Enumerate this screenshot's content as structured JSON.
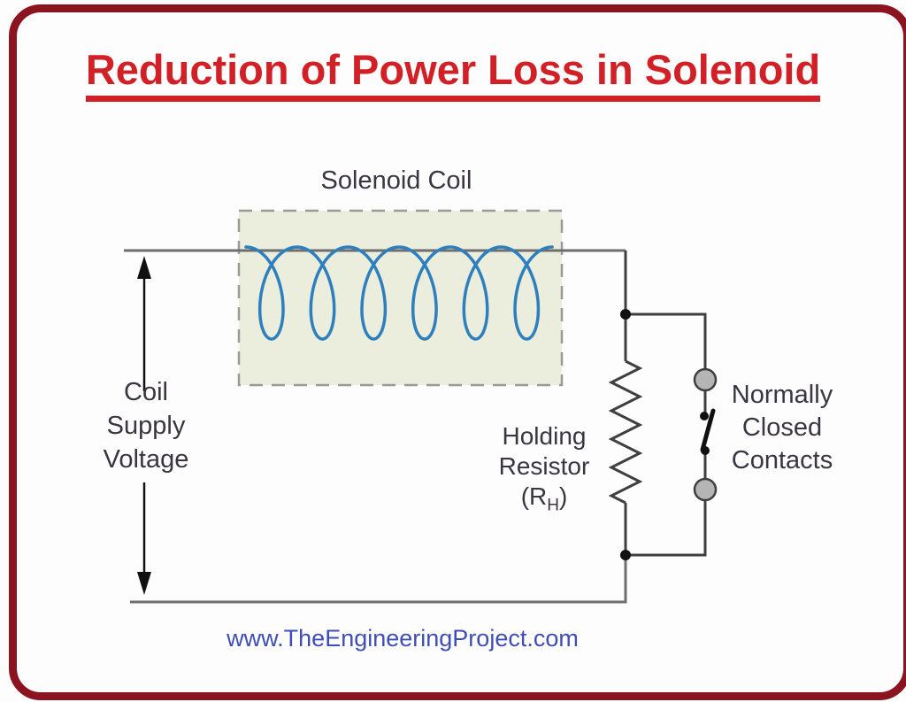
{
  "title": "Reduction of Power Loss in Solenoid",
  "diagram": {
    "solenoid_label": "Solenoid Coil",
    "supply_voltage": {
      "lines": [
        "Coil",
        "Supply",
        "Voltage"
      ]
    },
    "holding_resistor": {
      "line1": "Holding",
      "line2": "Resistor",
      "paren_open": "(R",
      "subscript": "H",
      "paren_close": ")"
    },
    "contacts": {
      "lines": [
        "Normally",
        "Closed",
        "Contacts"
      ]
    }
  },
  "footer": {
    "url": "www.TheEngineeringProject.com"
  },
  "colors": {
    "border_maroon": "#8b1421",
    "title_red": "#d22027",
    "coil_blue": "#2d7fbe",
    "url_blue": "#3f4db5",
    "coil_box_fill": "#ebeedc",
    "coil_box_dash": "#999999",
    "wire_gray": "#6e6e6e",
    "wire_dark": "#3f3f3f",
    "label_text": "#3a3540",
    "contact_fill": "#b5b5b5"
  }
}
